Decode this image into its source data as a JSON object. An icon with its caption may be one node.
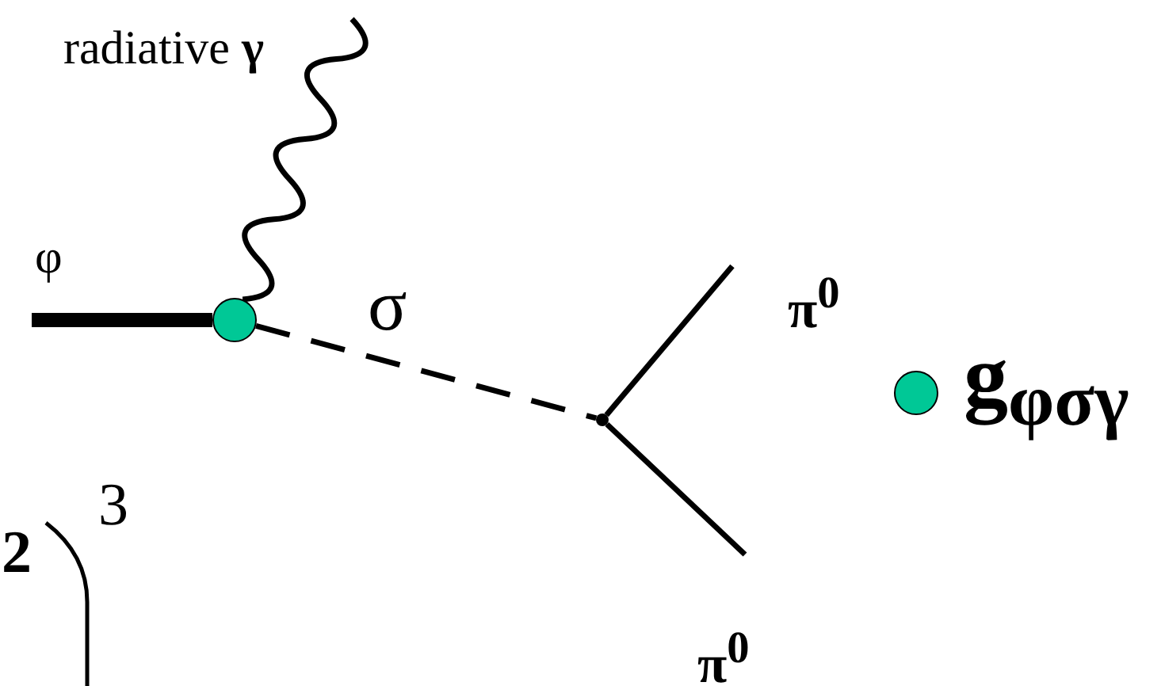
{
  "diagram": {
    "nodes": [
      {
        "text": [],
        "shape": "circle"
      },
      {
        "text": [],
        "shape": "point"
      }
    ],
    "edges": [
      {
        "from": null,
        "to": 0,
        "arrow": "none",
        "style": "thick",
        "label": "φ"
      },
      {
        "from": 0,
        "to": null,
        "arrow": "none",
        "label": "radiative **γ**"
      },
      {
        "from": 0,
        "to": 1,
        "arrow": "none",
        "style": "dashed",
        "label": "σ"
      },
      {
        "from": 1,
        "to": null,
        "arrow": "none",
        "label": "π$^{0}$"
      },
      {
        "from": 1,
        "to": null,
        "arrow": "none",
        "label": "π$^{0}$"
      }
    ],
    "labels": [
      "3",
      "2"
    ],
    "legend": [
      {
        "text": "g$_{φσγ}$",
        "color": "#00c896"
      }
    ]
  }
}
